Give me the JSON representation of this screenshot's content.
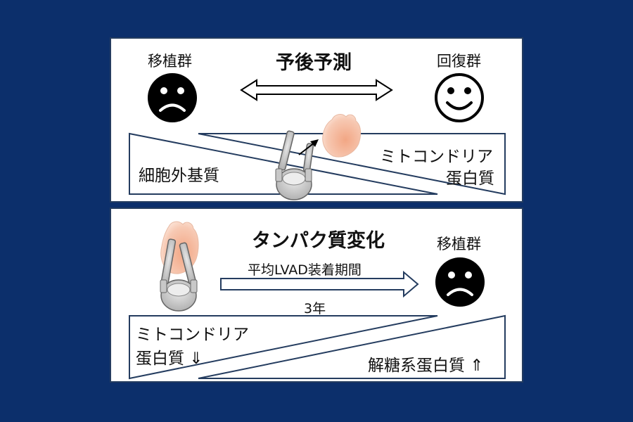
{
  "colors": {
    "background": "#0c2f6b",
    "panel_border": "#243c5f",
    "heart_fill": "#f2a684",
    "device_fill": "#bdbdbd"
  },
  "top_panel": {
    "left_group": "移植群",
    "right_group": "回復群",
    "title": "予後予測",
    "left_label": "細胞外基質",
    "right_label_line1": "ミトコンドリア",
    "right_label_line2": "蛋白質",
    "left_face_icon": "sad-face-icon",
    "right_face_icon": "happy-face-icon"
  },
  "bottom_panel": {
    "title": "タンパク質変化",
    "right_group": "移植群",
    "arrow_label": "平均LVAD装着期間",
    "duration": "3年",
    "left_label_line1": "ミトコンドリア",
    "left_label_line2": "蛋白質 ⇓",
    "right_label": "解糖系蛋白質 ⇑",
    "face_icon": "sad-face-icon"
  }
}
